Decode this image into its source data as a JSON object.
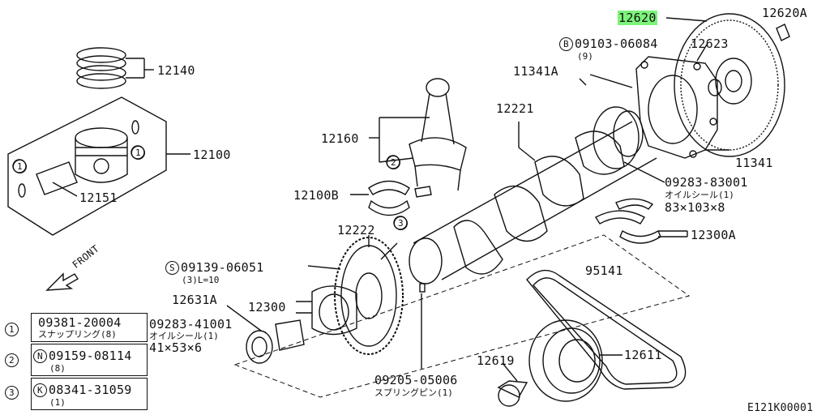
{
  "diagram_code": "E121K00001",
  "front_label": "FRONT",
  "callouts": {
    "p12140": "12140",
    "p12100": "12100",
    "p12151": "12151",
    "p12160": "12160",
    "p12100B": "12100B",
    "p12222": "12222",
    "p12221": "12221",
    "p11341A": "11341A",
    "p11341": "11341",
    "p12620": "12620",
    "p12620A": "12620A",
    "p12623": "12623",
    "p12300A": "12300A",
    "p12300": "12300",
    "p12631A": "12631A",
    "p95141": "95141",
    "p12611": "12611",
    "p12619": "12619",
    "circle1": "1",
    "circle2": "2",
    "circle3": "3",
    "bolt_b_mark": "B",
    "bolt_b": "09103-06084",
    "bolt_b_qty": "(9)",
    "bolt_s_mark": "S",
    "bolt_s": "09139-06051",
    "bolt_s_qty": "(3)L=10",
    "seal_rear": "09283-83001",
    "seal_rear_desc": "オイルシール(1)",
    "seal_rear_size": "83×103×8",
    "seal_front": "09283-41001",
    "seal_front_desc": "オイルシール(1)",
    "seal_front_size": "41×53×6",
    "pin": "09205-05006",
    "pin_desc": "スプリングピン(1)"
  },
  "legend": [
    {
      "num": "1",
      "mark": "",
      "part": "09381-20004",
      "desc": "スナップリング(8)"
    },
    {
      "num": "2",
      "mark": "N",
      "part": "09159-08114",
      "desc": "(8)"
    },
    {
      "num": "3",
      "mark": "K",
      "part": "08341-31059",
      "desc": "(1)"
    }
  ],
  "colors": {
    "highlight": "#7cf37a",
    "ink": "#111111"
  }
}
